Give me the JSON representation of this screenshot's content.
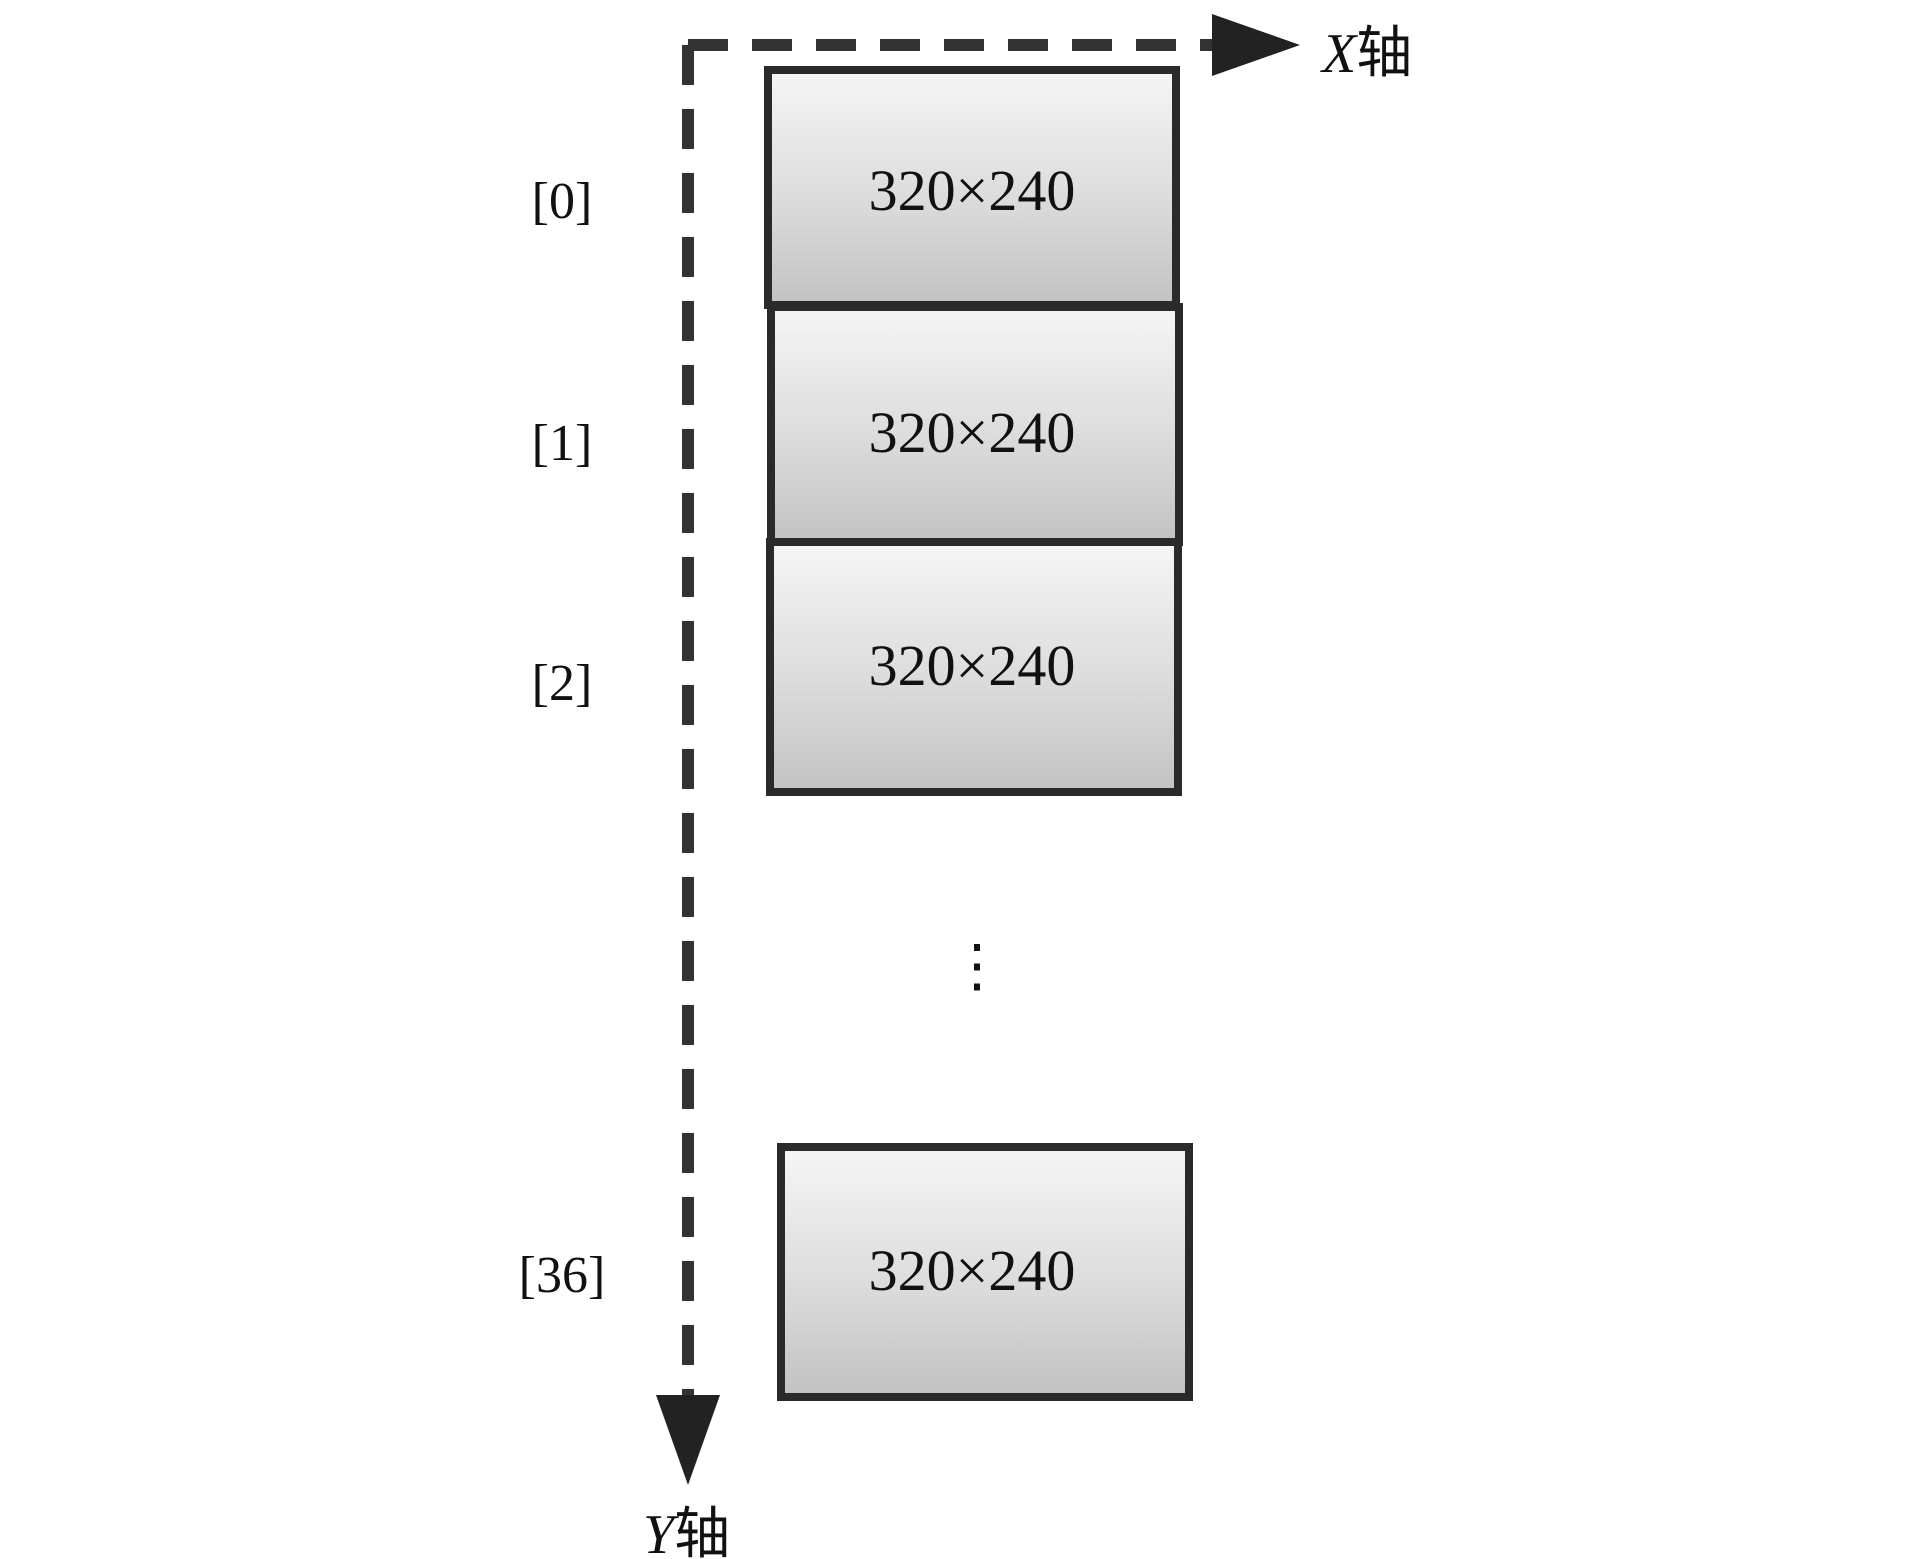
{
  "axes": {
    "x_label_var": "X",
    "x_label_suffix": "轴",
    "y_label_var": "Y",
    "y_label_suffix": "轴"
  },
  "frames": [
    {
      "index": "[0]",
      "size": "320×240"
    },
    {
      "index": "[1]",
      "size": "320×240"
    },
    {
      "index": "[2]",
      "size": "320×240"
    },
    {
      "index": "[36]",
      "size": "320×240"
    }
  ],
  "ellipsis": "⋮"
}
